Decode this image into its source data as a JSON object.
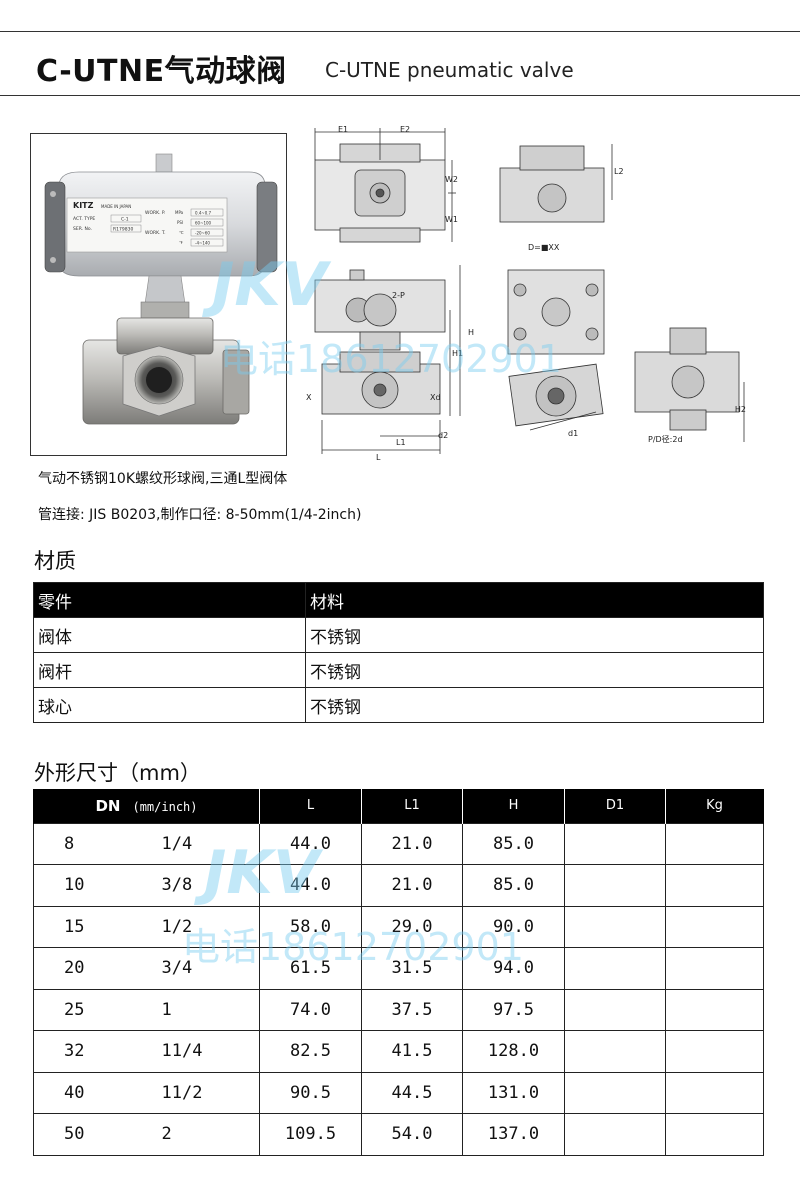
{
  "header": {
    "title_cn": "C-UTNE气动球阀",
    "title_en": "C-UTNE pneumatic valve"
  },
  "product": {
    "brand": "KITZ",
    "made_in": "MADE IN JAPAN",
    "nameplate": {
      "act_type_label": "ACT. TYPE",
      "act_type_value": "C-1",
      "ser_no_label": "SER. No.",
      "ser_no_value": "R179830",
      "work_p_label": "WORK. P.",
      "work_t_label": "WORK. T.",
      "mpa": "MPa",
      "mpa_value": "0.4~0.7",
      "psi": "PSI",
      "psi_value": "60~100",
      "c": "℃",
      "c_value": "-20~60",
      "f": "℉",
      "f_value": "-4~140"
    }
  },
  "drawing_labels": {
    "e1": "E1",
    "e2": "E2",
    "w2": "W2",
    "w1": "W1",
    "l2": "L2",
    "view": "D=■XX",
    "twop": "2-P",
    "h": "H",
    "h1": "H1",
    "x": "X",
    "xd": "Xd",
    "l1": "L1",
    "l": "L",
    "d2": "d2",
    "d1": "d1",
    "h2": "H2",
    "bore": "P/D径:2d"
  },
  "description": {
    "line1": "气动不锈钢10K螺纹形球阀,三通L型阀体",
    "line2": "管连接: JIS B0203,制作口径: 8-50mm(1/4-2inch)"
  },
  "materials": {
    "title": "材质",
    "headers": [
      "零件",
      "材料"
    ],
    "rows": [
      [
        "阀体",
        "不锈钢"
      ],
      [
        "阀杆",
        "不锈钢"
      ],
      [
        "球心",
        "不锈钢"
      ]
    ]
  },
  "dimensions": {
    "title": "外形尺寸（mm）",
    "headers": {
      "dn": "DN",
      "unit": "(mm/inch)",
      "l": "L",
      "l1": "L1",
      "h": "H",
      "d1": "D1",
      "kg": "Kg"
    },
    "rows": [
      [
        "8",
        "1/4",
        "44.0",
        "21.0",
        "85.0",
        "",
        ""
      ],
      [
        "10",
        "3/8",
        "44.0",
        "21.0",
        "85.0",
        "",
        ""
      ],
      [
        "15",
        "1/2",
        "58.0",
        "29.0",
        "90.0",
        "",
        ""
      ],
      [
        "20",
        "3/4",
        "61.5",
        "31.5",
        "94.0",
        "",
        ""
      ],
      [
        "25",
        "1",
        "74.0",
        "37.5",
        "97.5",
        "",
        ""
      ],
      [
        "32",
        "11/4",
        "82.5",
        "41.5",
        "128.0",
        "",
        ""
      ],
      [
        "40",
        "11/2",
        "90.5",
        "44.5",
        "131.0",
        "",
        ""
      ],
      [
        "50",
        "2",
        "109.5",
        "54.0",
        "137.0",
        "",
        ""
      ]
    ]
  },
  "watermark": {
    "logo": "JKV",
    "phone": "电话18612702901"
  },
  "colors": {
    "header_bg": "#000000",
    "watermark": "#78cdf0"
  }
}
